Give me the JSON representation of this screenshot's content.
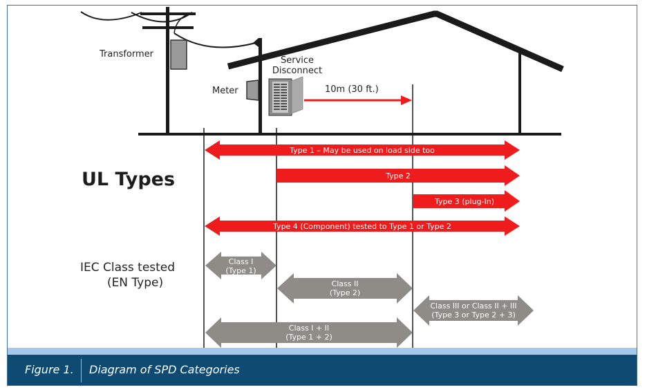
{
  "labels": {
    "transformer": "Transformer",
    "meter": "Meter",
    "service_disconnect_line1": "Service",
    "service_disconnect_line2": "Disconnect",
    "distance": "10m (30 ft.)",
    "ul_types": "UL Types",
    "iec_line1": "IEC Class tested",
    "iec_line2": "(EN Type)"
  },
  "ul_bars": [
    {
      "label": "Type 1 – May be used on load side too",
      "color": "#ee1c1c"
    },
    {
      "label": "Type 2",
      "color": "#ee1c1c"
    },
    {
      "label": "Type 3 (plug-In)",
      "color": "#ee1c1c"
    },
    {
      "label": "Type 4 (Component) tested to Type 1 or Type 2",
      "color": "#ee1c1c"
    }
  ],
  "iec_bars": [
    {
      "line1": "Class I",
      "line2": "(Type 1)",
      "color": "#8f8c87"
    },
    {
      "line1": "Class II",
      "line2": "(Type 2)",
      "color": "#8f8c87"
    },
    {
      "line1": "Class III or Class II + III",
      "line2": "(Type 3 or Type 2 + 3)",
      "color": "#8f8c87"
    },
    {
      "line1": "Class I + II",
      "line2": "(Type 1 + 2)",
      "color": "#8f8c87"
    }
  ],
  "caption": {
    "figure_number": "Figure 1.",
    "title": "Diagram of SPD Categories"
  }
}
